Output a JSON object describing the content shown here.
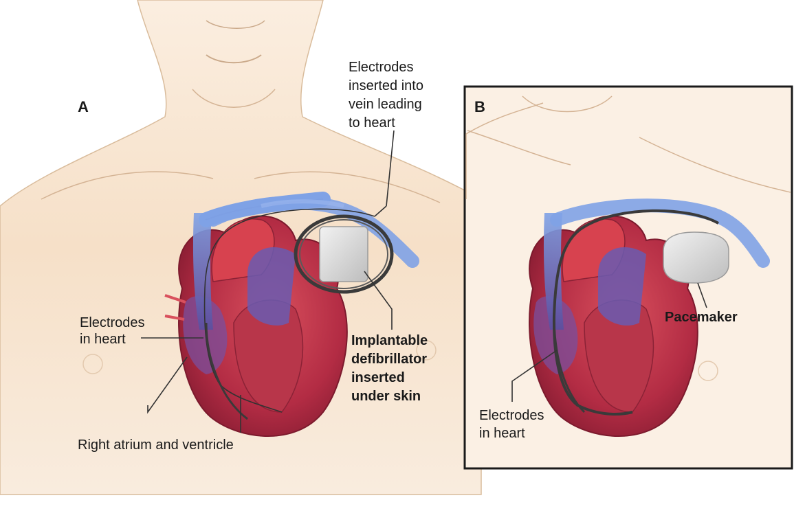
{
  "panel_a": {
    "letter": "A",
    "electrodes_vein": [
      "Electrodes",
      "inserted into",
      "vein leading",
      "to heart"
    ],
    "electrodes_heart": [
      "Electrodes",
      "in heart"
    ],
    "right_atrium": "Right atrium and ventricle",
    "defibrillator": [
      "Implantable",
      "defibrillator",
      "inserted",
      "under skin"
    ]
  },
  "panel_b": {
    "letter": "B",
    "pacemaker": "Pacemaker",
    "electrodes_heart": [
      "Electrodes",
      "in heart"
    ]
  },
  "colors": {
    "skin": "#f6e2cc",
    "skin_line": "#d7b99a",
    "heart_dark": "#a8243c",
    "heart_light": "#d8545f",
    "vein_blue": "#6b8fd6",
    "vein_purple": "#6f5aa8",
    "device_gray": "#d9d9d9",
    "wire": "#3a3a3a"
  }
}
